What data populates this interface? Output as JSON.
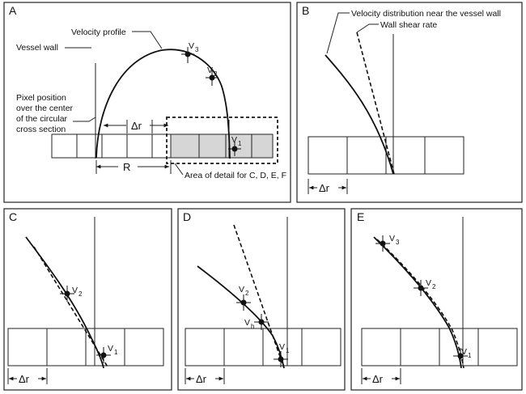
{
  "panels": {
    "A": {
      "letter": "A",
      "velocity_profile": "Velocity profile",
      "vessel_wall": "Vessel wall",
      "pixel_position": [
        "Pixel position",
        "over the center",
        "of the circular",
        "cross section"
      ],
      "delta_r": "Δr",
      "radius": "R",
      "area_detail": "Area of detail for C, D, E, F",
      "v3": "V",
      "v3_sub": "3",
      "v2": "V",
      "v2_sub": "2",
      "v1": "V",
      "v1_sub": "1"
    },
    "B": {
      "letter": "B",
      "velocity_distribution": "Velocity distribution near the vessel wall",
      "wall_shear_rate": "Wall shear rate",
      "delta_r": "Δr"
    },
    "C": {
      "letter": "C",
      "v2": "V",
      "v2_sub": "2",
      "v1": "V",
      "v1_sub": "1",
      "delta_r": "Δr"
    },
    "D": {
      "letter": "D",
      "v2": "V",
      "v2_sub": "2",
      "vh": "V",
      "vh_sub": "h",
      "v1": "V",
      "v1_sub": "1",
      "delta_r": "Δr"
    },
    "E": {
      "letter": "E",
      "v3": "V",
      "v3_sub": "3",
      "v2": "V",
      "v2_sub": "2",
      "v1": "V",
      "v1_sub": "1",
      "delta_r": "Δr"
    }
  }
}
